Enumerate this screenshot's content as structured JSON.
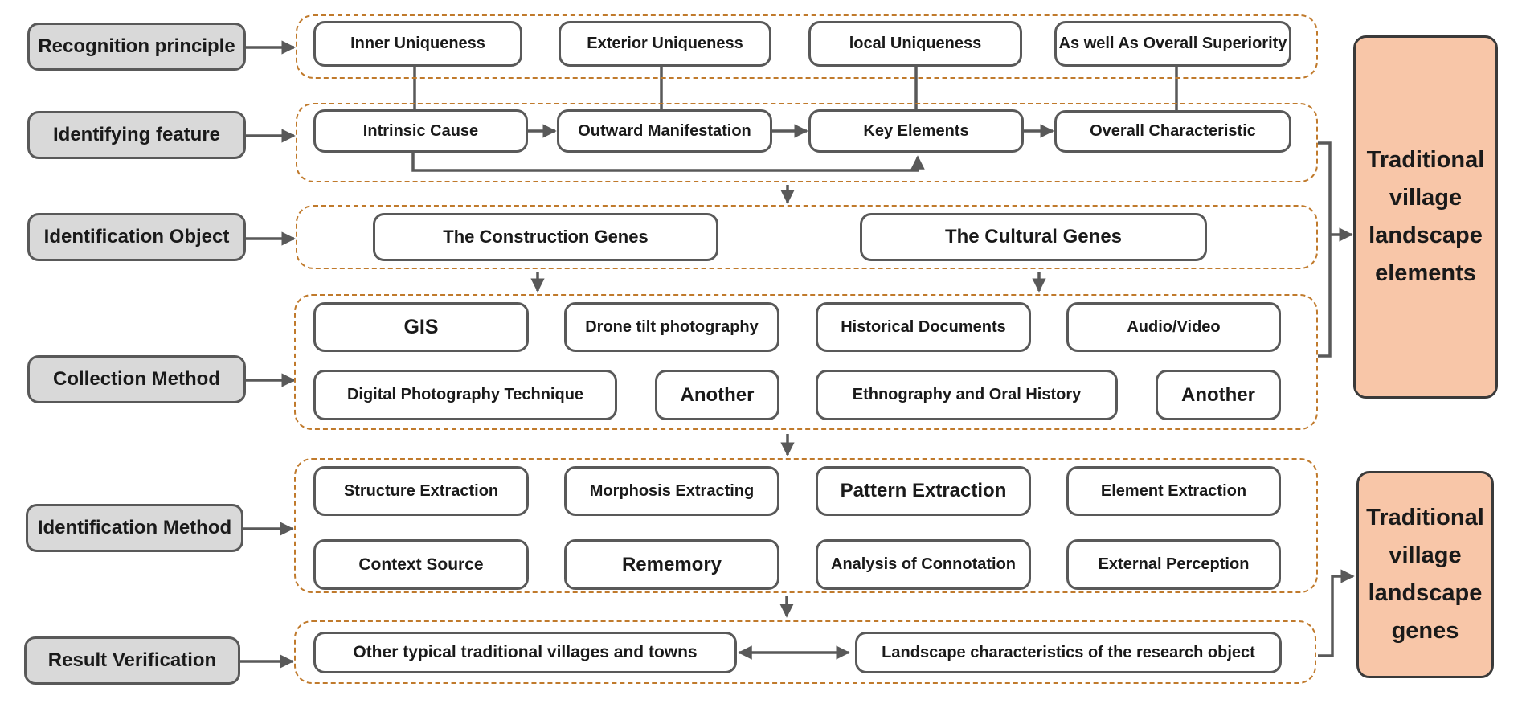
{
  "row_labels": {
    "recognition_principle": "Recognition principle",
    "identifying_feature": "Identifying feature",
    "identification_object": "Identification Object",
    "collection_method": "Collection Method",
    "identification_method": "Identification Method",
    "result_verification": "Result Verification"
  },
  "recognition": {
    "inner": "Inner Uniqueness",
    "exterior": "Exterior Uniqueness",
    "local": "local Uniqueness",
    "overall": "As well As Overall Superiority"
  },
  "features": {
    "intrinsic": "Intrinsic Cause",
    "outward": "Outward Manifestation",
    "key": "Key Elements",
    "overall": "Overall Characteristic"
  },
  "objects": {
    "construction": "The Construction Genes",
    "cultural": "The Cultural Genes"
  },
  "collection": {
    "gis": "GIS",
    "drone": "Drone tilt photography",
    "historical": "Historical Documents",
    "audio": "Audio/Video",
    "digital": "Digital Photography Technique",
    "another1": "Another",
    "ethnography": "Ethnography and Oral History",
    "another2": "Another"
  },
  "identification": {
    "structure": "Structure Extraction",
    "morphosis": "Morphosis Extracting",
    "pattern": "Pattern Extraction",
    "element": "Element Extraction",
    "context": "Context Source",
    "rememory": "Rememory",
    "connotation": "Analysis of Connotation",
    "external": "External Perception"
  },
  "verification": {
    "other_villages": "Other typical traditional villages and towns",
    "landscape_characteristics": "Landscape characteristics of the research object"
  },
  "results": {
    "elements": [
      "Traditional",
      "village",
      "landscape",
      "elements"
    ],
    "genes": [
      "Traditional",
      "village",
      "landscape",
      "genes"
    ]
  },
  "colors": {
    "label_fill": "#d9d9d9",
    "outline": "#595959",
    "group_dash": "#c07a2c",
    "result_fill": "#f8c6a8"
  }
}
